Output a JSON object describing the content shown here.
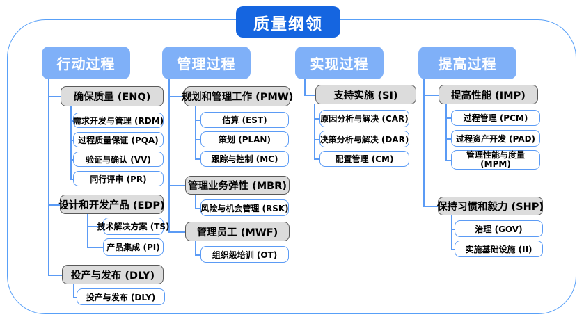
{
  "title": "质量纲领",
  "colors": {
    "title_blue": "#1565e0",
    "header_blue": "#7fb0f8",
    "line_blue": "#5b9bf5",
    "gray_fill": "#dcdcdc",
    "gray_border": "#595959",
    "frame_blue": "#58a0f8"
  },
  "columns": [
    {
      "header": "行动过程",
      "sections": [
        {
          "label": "确保质量 (ENQ)",
          "items": [
            "需求开发与管理 (RDM)",
            "过程质量保证 (PQA)",
            "验证与确认 (VV)",
            "同行评审 (PR)"
          ]
        },
        {
          "label": "设计和开发产品 (EDP)",
          "items": [
            "技术解决方案 (TS)",
            "产品集成 (PI)"
          ]
        },
        {
          "label": "投产与发布 (DLY)",
          "items": [
            "投产与发布 (DLY)"
          ]
        }
      ]
    },
    {
      "header": "管理过程",
      "sections": [
        {
          "label": "规划和管理工作 (PMW)",
          "items": [
            "估算 (EST)",
            "策划 (PLAN)",
            "跟踪与控制 (MC)"
          ]
        },
        {
          "label": "管理业务弹性 (MBR)",
          "items": [
            "风险与机会管理 (RSK)"
          ]
        },
        {
          "label": "管理员工 (MWF)",
          "items": [
            "组织级培训 (OT)"
          ]
        }
      ]
    },
    {
      "header": "实现过程",
      "sections": [
        {
          "label": "支持实施 (SI)",
          "items": [
            "原因分析与解决 (CAR)",
            "决策分析与解决 (DAR)",
            "配置管理 (CM)"
          ]
        }
      ]
    },
    {
      "header": "提高过程",
      "sections": [
        {
          "label": "提高性能 (IMP)",
          "items": [
            "过程管理 (PCM)",
            "过程资产开发 (PAD)",
            "管理性能与度量 (MPM)"
          ]
        },
        {
          "label": "保持习惯和毅力 (SHP)",
          "items": [
            "治理 (GOV)",
            "实施基础设施 (II)"
          ]
        }
      ]
    }
  ]
}
